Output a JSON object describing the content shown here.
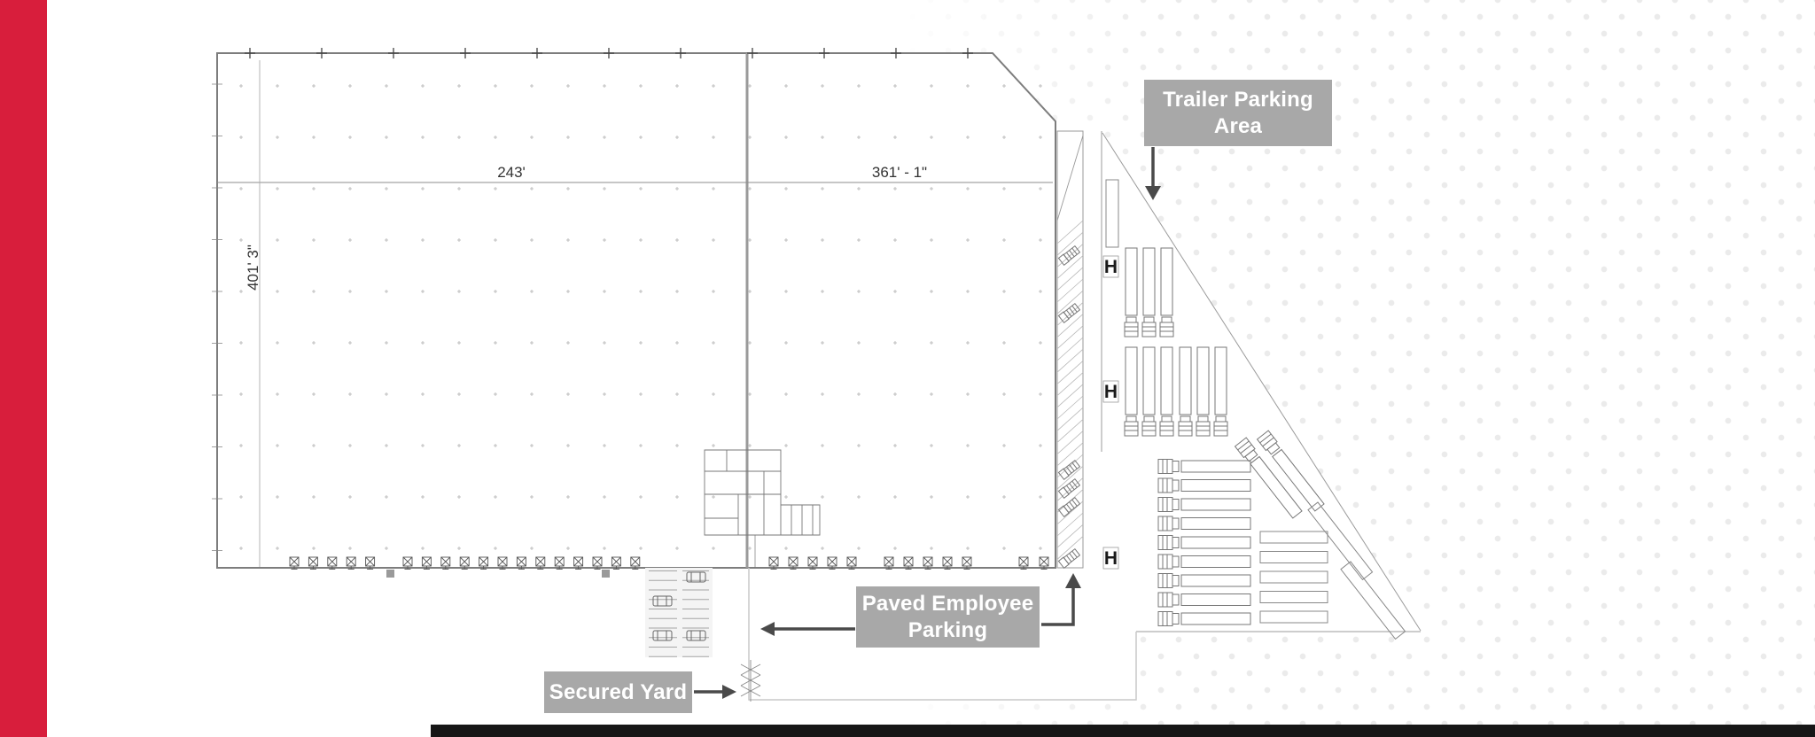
{
  "page": {
    "background": "#FFFFFF",
    "accent_bar_color": "#D81E3C",
    "footer_bar_color": "#161616",
    "halftone_dot_color": "#EBEBEB"
  },
  "plan": {
    "dimensions": {
      "left_section_width": "243'",
      "right_section_width": "361' - 1\"",
      "building_depth": "401' 3\""
    },
    "callout_style": {
      "bg": "#A8A8A8",
      "fg": "#FFFFFF",
      "arrow_color": "#4A4A4A"
    },
    "callouts": {
      "trailer_parking": {
        "line1": "Trailer Parking",
        "line2": "Area"
      },
      "paved_parking": {
        "line1": "Paved Employee",
        "line2": "Parking"
      },
      "secured_yard": {
        "line1": "Secured Yard"
      }
    },
    "hydrant_marker": "H"
  }
}
